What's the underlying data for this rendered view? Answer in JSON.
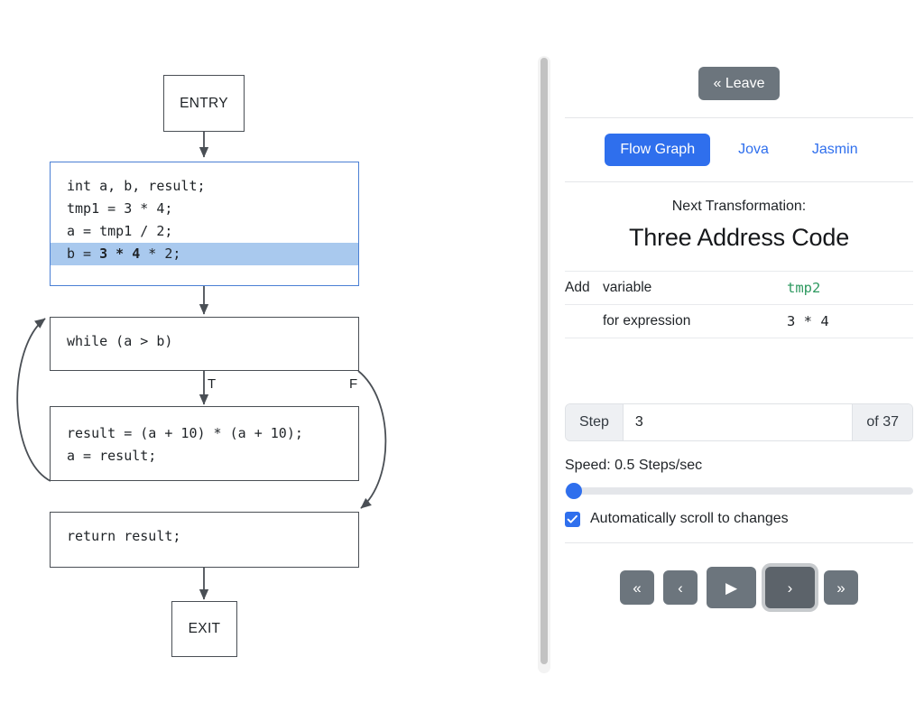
{
  "flow_graph": {
    "entry_label": "ENTRY",
    "exit_label": "EXIT",
    "branch_true_label": "T",
    "branch_false_label": "F",
    "statement_block": {
      "lines": [
        "int a, b, result;",
        "tmp1 = 3 * 4;",
        "a = tmp1 / 2;"
      ],
      "highlighted_line": {
        "prefix": "b = ",
        "bold": "3 * 4",
        "suffix": " * 2;"
      },
      "highlight_color": "#a9c9ee",
      "border_color": "#4a7fd4"
    },
    "while_block": "while (a > b)",
    "body_block": [
      "result = (a + 10) * (a + 10);",
      "a = result;"
    ],
    "return_block": "return result;"
  },
  "side_panel": {
    "leave_button": "« Leave",
    "tabs": [
      {
        "label": "Flow Graph",
        "active": true
      },
      {
        "label": "Jova",
        "active": false
      },
      {
        "label": "Jasmin",
        "active": false
      }
    ],
    "next_transformation_label": "Next Transformation:",
    "next_transformation_title": "Three Address Code",
    "detail_table": {
      "rows": [
        {
          "col_a": "Add",
          "col_b": "variable",
          "value": "tmp2",
          "value_style": "green"
        },
        {
          "col_a": "",
          "col_b": "for expression",
          "value": "3 * 4",
          "value_style": "plain"
        }
      ]
    },
    "step": {
      "prefix_label": "Step",
      "value": "3",
      "suffix_label": "of 37"
    },
    "speed": {
      "label": "Speed: 0.5 Steps/sec",
      "value": 0.5,
      "min": 0.5,
      "max": 10
    },
    "autoscroll": {
      "label": "Automatically scroll to changes",
      "checked": true
    },
    "playback": [
      {
        "name": "first",
        "glyph": "«"
      },
      {
        "name": "previous",
        "glyph": "‹"
      },
      {
        "name": "play",
        "glyph": "▶"
      },
      {
        "name": "next",
        "glyph": "›"
      },
      {
        "name": "last",
        "glyph": "»"
      }
    ]
  },
  "colors": {
    "accent_blue": "#2f6fed",
    "button_gray": "#6c757d",
    "highlight_blue": "#a9c9ee",
    "green_value": "#2e9960"
  }
}
